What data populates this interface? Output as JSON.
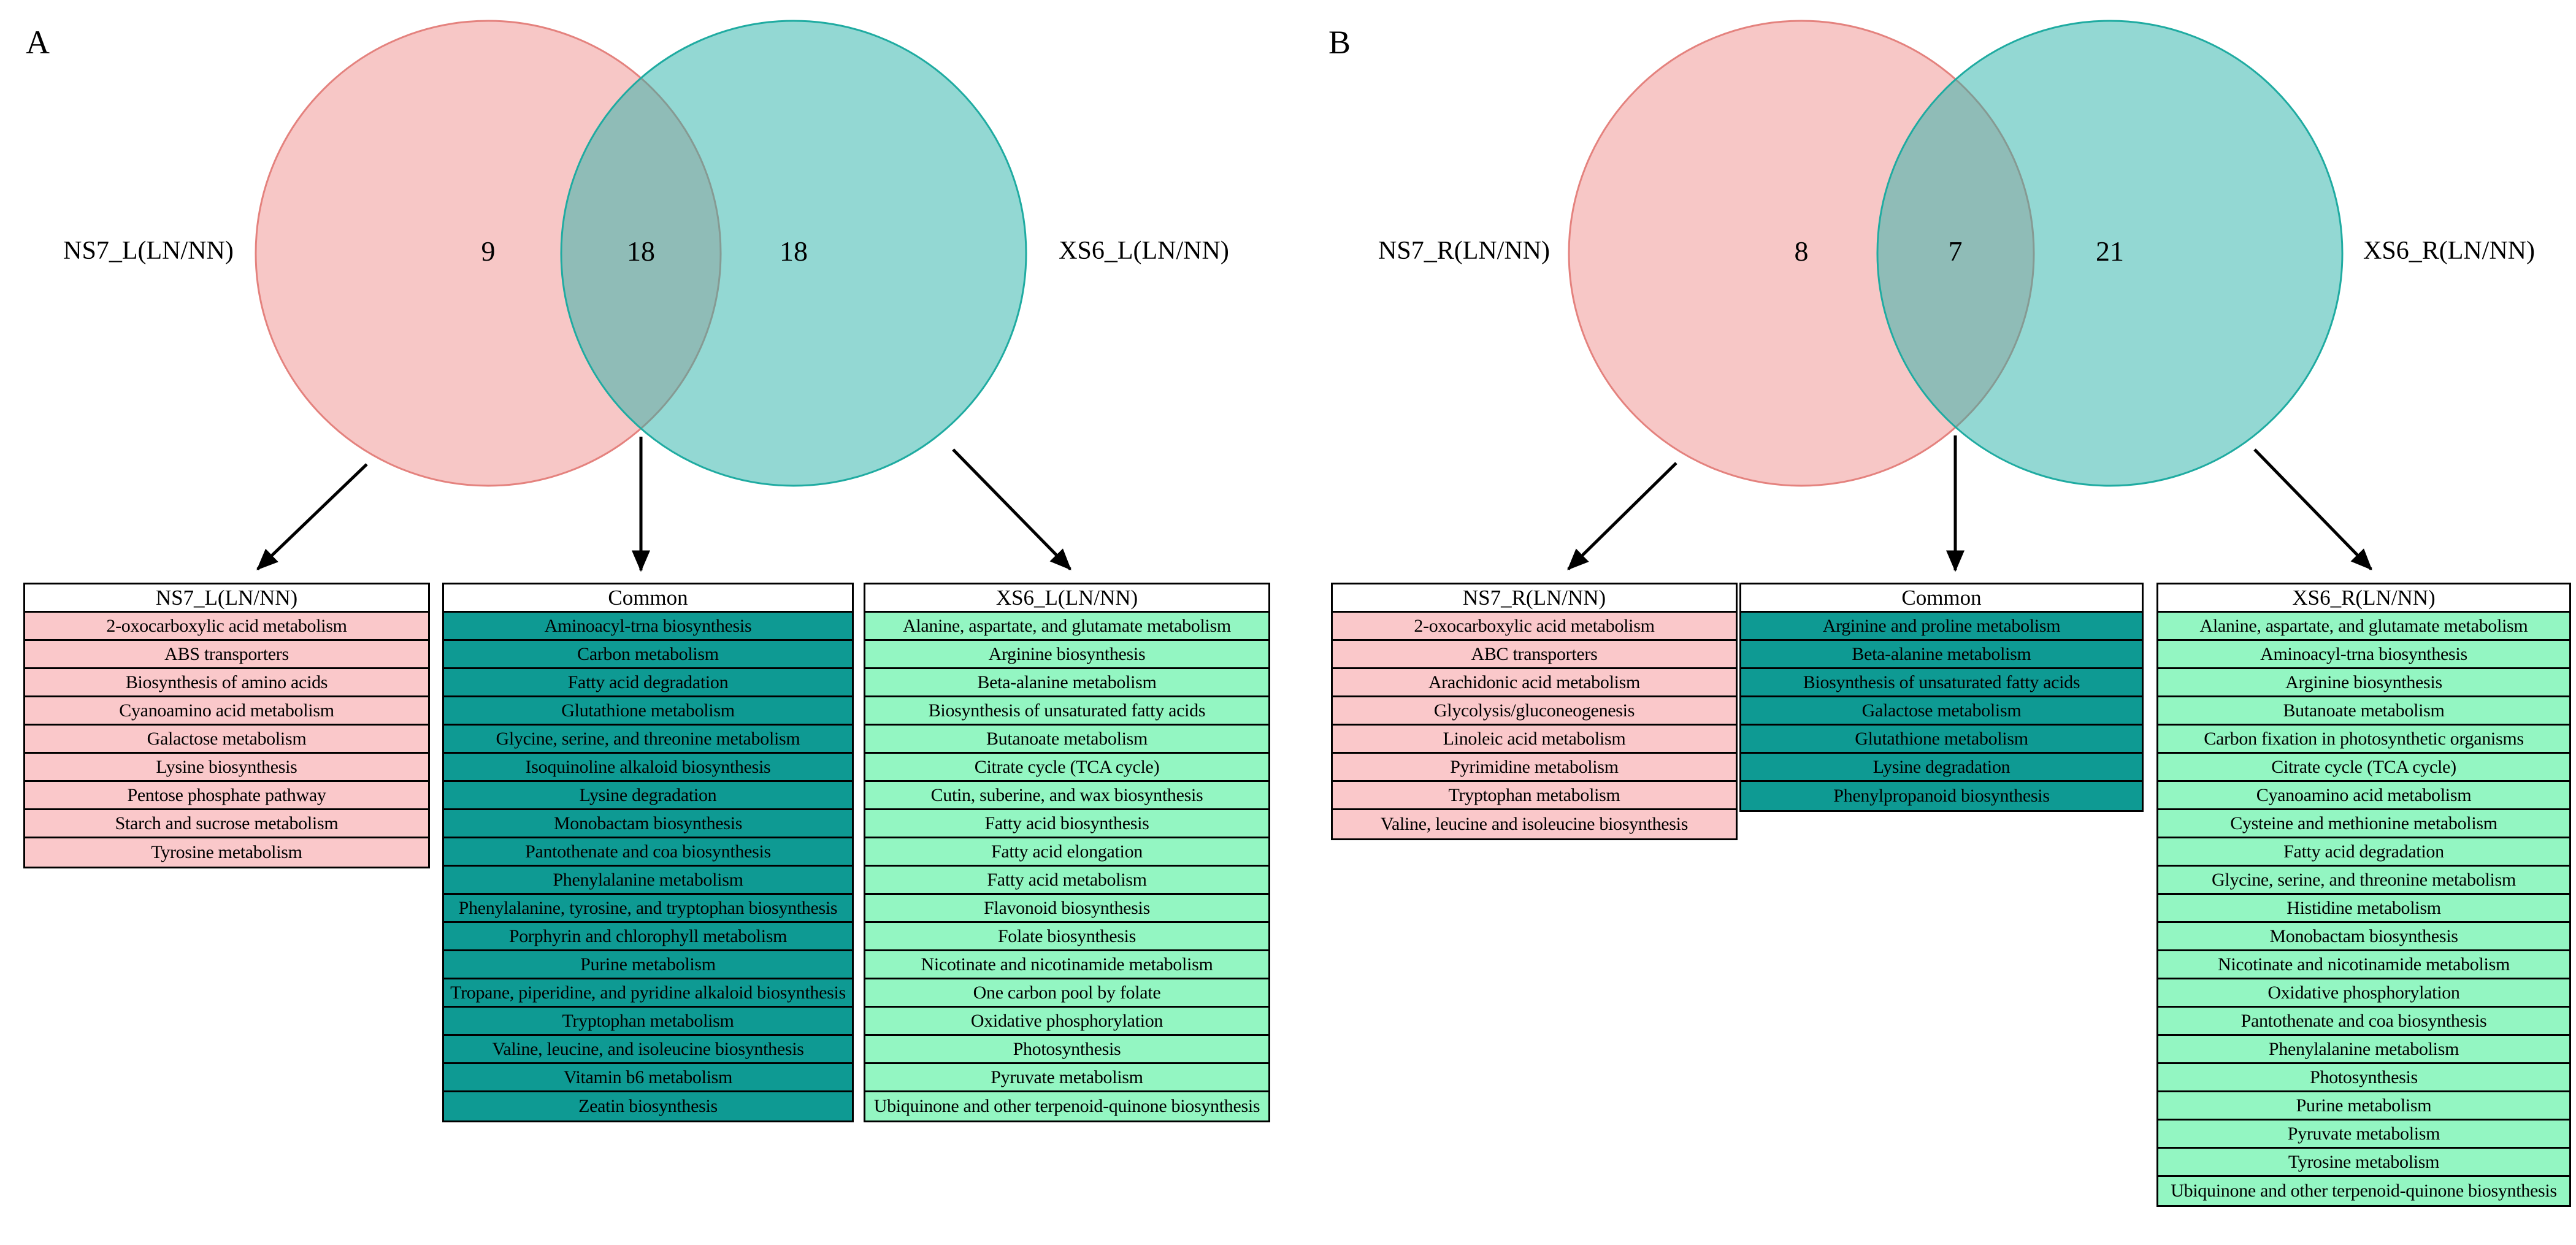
{
  "colors": {
    "venn_left_fill": "#EF908D",
    "venn_left_stroke": "#E4827E",
    "venn_right_fill": "#27B2A8",
    "venn_right_stroke": "#1FABA1",
    "table_left_row_bg": "#FAC8CA",
    "table_common_row_bg": "#0E9A93",
    "table_right_row_bg": "#93F6C2",
    "border": "#000000"
  },
  "panels": [
    {
      "label": "A",
      "venn": {
        "left_label": "NS7_L(LN/NN)",
        "right_label": "XS6_L(LN/NN)",
        "left_count": "9",
        "overlap_count": "18",
        "right_count": "18"
      },
      "tables": [
        {
          "title": "NS7_L(LN/NN)",
          "rows": [
            "2-oxocarboxylic acid metabolism",
            "ABS transporters",
            "Biosynthesis of amino acids",
            "Cyanoamino acid metabolism",
            "Galactose metabolism",
            "Lysine biosynthesis",
            "Pentose phosphate pathway",
            "Starch and sucrose metabolism",
            "Tyrosine metabolism"
          ]
        },
        {
          "title": "Common",
          "rows": [
            "Aminoacyl-trna biosynthesis",
            "Carbon metabolism",
            "Fatty acid degradation",
            "Glutathione metabolism",
            "Glycine, serine, and threonine metabolism",
            "Isoquinoline alkaloid biosynthesis",
            "Lysine degradation",
            "Monobactam biosynthesis",
            "Pantothenate and coa biosynthesis",
            "Phenylalanine metabolism",
            "Phenylalanine, tyrosine, and tryptophan biosynthesis",
            "Porphyrin and chlorophyll metabolism",
            "Purine metabolism",
            "Tropane, piperidine, and pyridine alkaloid biosynthesis",
            "Tryptophan metabolism",
            "Valine, leucine, and isoleucine biosynthesis",
            "Vitamin b6 metabolism",
            "Zeatin biosynthesis"
          ]
        },
        {
          "title": "XS6_L(LN/NN)",
          "rows": [
            "Alanine, aspartate, and glutamate metabolism",
            "Arginine biosynthesis",
            "Beta-alanine metabolism",
            "Biosynthesis of unsaturated fatty acids",
            "Butanoate metabolism",
            "Citrate cycle (TCA cycle)",
            "Cutin, suberine, and wax biosynthesis",
            "Fatty acid biosynthesis",
            "Fatty acid elongation",
            "Fatty acid metabolism",
            "Flavonoid biosynthesis",
            "Folate biosynthesis",
            "Nicotinate and nicotinamide metabolism",
            "One carbon pool by folate",
            "Oxidative phosphorylation",
            "Photosynthesis",
            "Pyruvate metabolism",
            "Ubiquinone and other terpenoid-quinone biosynthesis"
          ]
        }
      ]
    },
    {
      "label": "B",
      "venn": {
        "left_label": "NS7_R(LN/NN)",
        "right_label": "XS6_R(LN/NN)",
        "left_count": "8",
        "overlap_count": "7",
        "right_count": "21"
      },
      "tables": [
        {
          "title": "NS7_R(LN/NN)",
          "rows": [
            "2-oxocarboxylic acid metabolism",
            "ABC transporters",
            "Arachidonic acid metabolism",
            "Glycolysis/gluconeogenesis",
            "Linoleic acid metabolism",
            "Pyrimidine metabolism",
            "Tryptophan metabolism",
            "Valine, leucine and isoleucine biosynthesis"
          ]
        },
        {
          "title": "Common",
          "rows": [
            "Arginine and proline metabolism",
            "Beta-alanine metabolism",
            "Biosynthesis of unsaturated fatty acids",
            "Galactose metabolism",
            "Glutathione metabolism",
            "Lysine degradation",
            "Phenylpropanoid biosynthesis"
          ]
        },
        {
          "title": "XS6_R(LN/NN)",
          "rows": [
            "Alanine, aspartate, and glutamate metabolism",
            "Aminoacyl-trna biosynthesis",
            "Arginine biosynthesis",
            "Butanoate metabolism",
            "Carbon fixation in photosynthetic organisms",
            "Citrate cycle (TCA cycle)",
            "Cyanoamino acid metabolism",
            "Cysteine and methionine metabolism",
            "Fatty acid degradation",
            "Glycine, serine, and threonine metabolism",
            "Histidine metabolism",
            "Monobactam biosynthesis",
            "Nicotinate and nicotinamide metabolism",
            "Oxidative phosphorylation",
            "Pantothenate and coa biosynthesis",
            "Phenylalanine metabolism",
            "Photosynthesis",
            "Purine metabolism",
            "Pyruvate metabolism",
            "Tyrosine metabolism",
            "Ubiquinone and other terpenoid-quinone biosynthesis"
          ]
        }
      ]
    }
  ]
}
